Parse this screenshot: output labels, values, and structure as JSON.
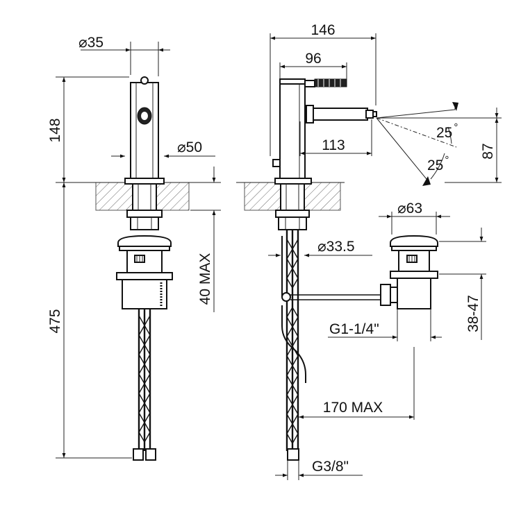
{
  "dimensions": {
    "front_diameter_top": "35",
    "front_height": "148",
    "front_diameter_base": "50",
    "front_total_height": "475",
    "front_max_deck": "40 MAX",
    "side_total_width": "146",
    "side_lever_width": "96",
    "side_spout_reach": "113",
    "side_spout_height": "87",
    "side_angle_up": "25",
    "side_angle_down": "25",
    "side_shank_diameter": "33.5",
    "waste_diameter": "63",
    "waste_thread": "G1-1/4\"",
    "waste_deck_range": "38-47",
    "rod_max": "170 MAX",
    "hose_thread": "G3/8\""
  },
  "symbols": {
    "diameter": "⌀",
    "degree": "°"
  }
}
